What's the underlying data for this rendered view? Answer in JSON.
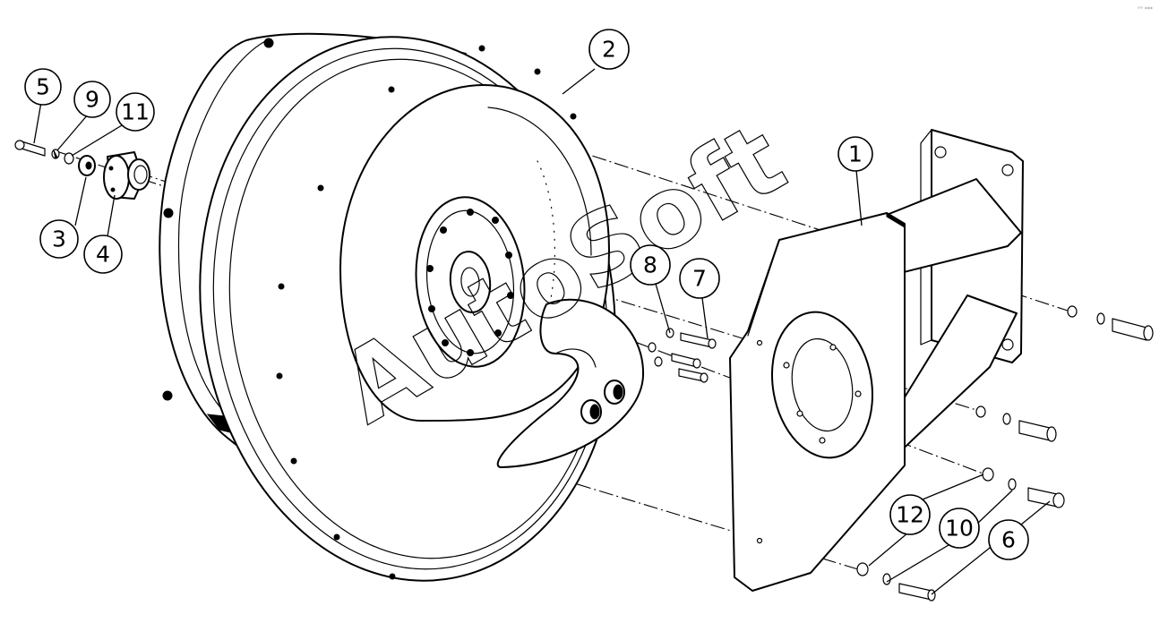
{
  "watermark": "AutoSoft",
  "corner_mark": "°° ***",
  "balloons": [
    {
      "id": "1",
      "label": "1"
    },
    {
      "id": "2",
      "label": "2"
    },
    {
      "id": "3",
      "label": "3"
    },
    {
      "id": "4",
      "label": "4"
    },
    {
      "id": "5",
      "label": "5"
    },
    {
      "id": "6",
      "label": "6"
    },
    {
      "id": "7",
      "label": "7"
    },
    {
      "id": "8",
      "label": "8"
    },
    {
      "id": "9",
      "label": "9"
    },
    {
      "id": "10",
      "label": "10"
    },
    {
      "id": "11",
      "label": "11"
    },
    {
      "id": "12",
      "label": "12"
    }
  ]
}
